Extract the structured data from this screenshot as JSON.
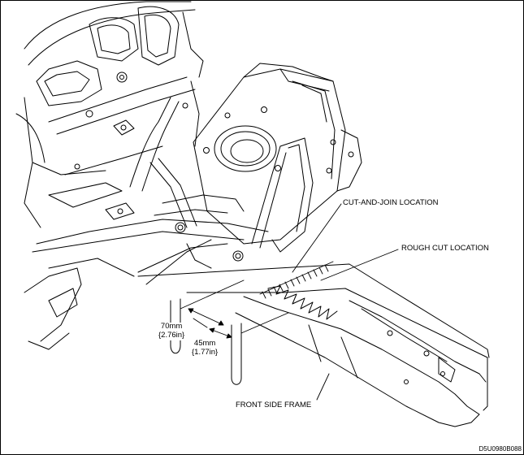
{
  "callouts": {
    "cut_and_join": "CUT-AND-JOIN LOCATION",
    "rough_cut": "ROUGH CUT LOCATION",
    "front_side_frame": "FRONT SIDE FRAME"
  },
  "dimensions": {
    "d70": {
      "mm": "70mm",
      "inch": "{2.76in}"
    },
    "d45": {
      "mm": "45mm",
      "inch": "{1.77in}"
    }
  },
  "figure_code": "D5U0980B088"
}
